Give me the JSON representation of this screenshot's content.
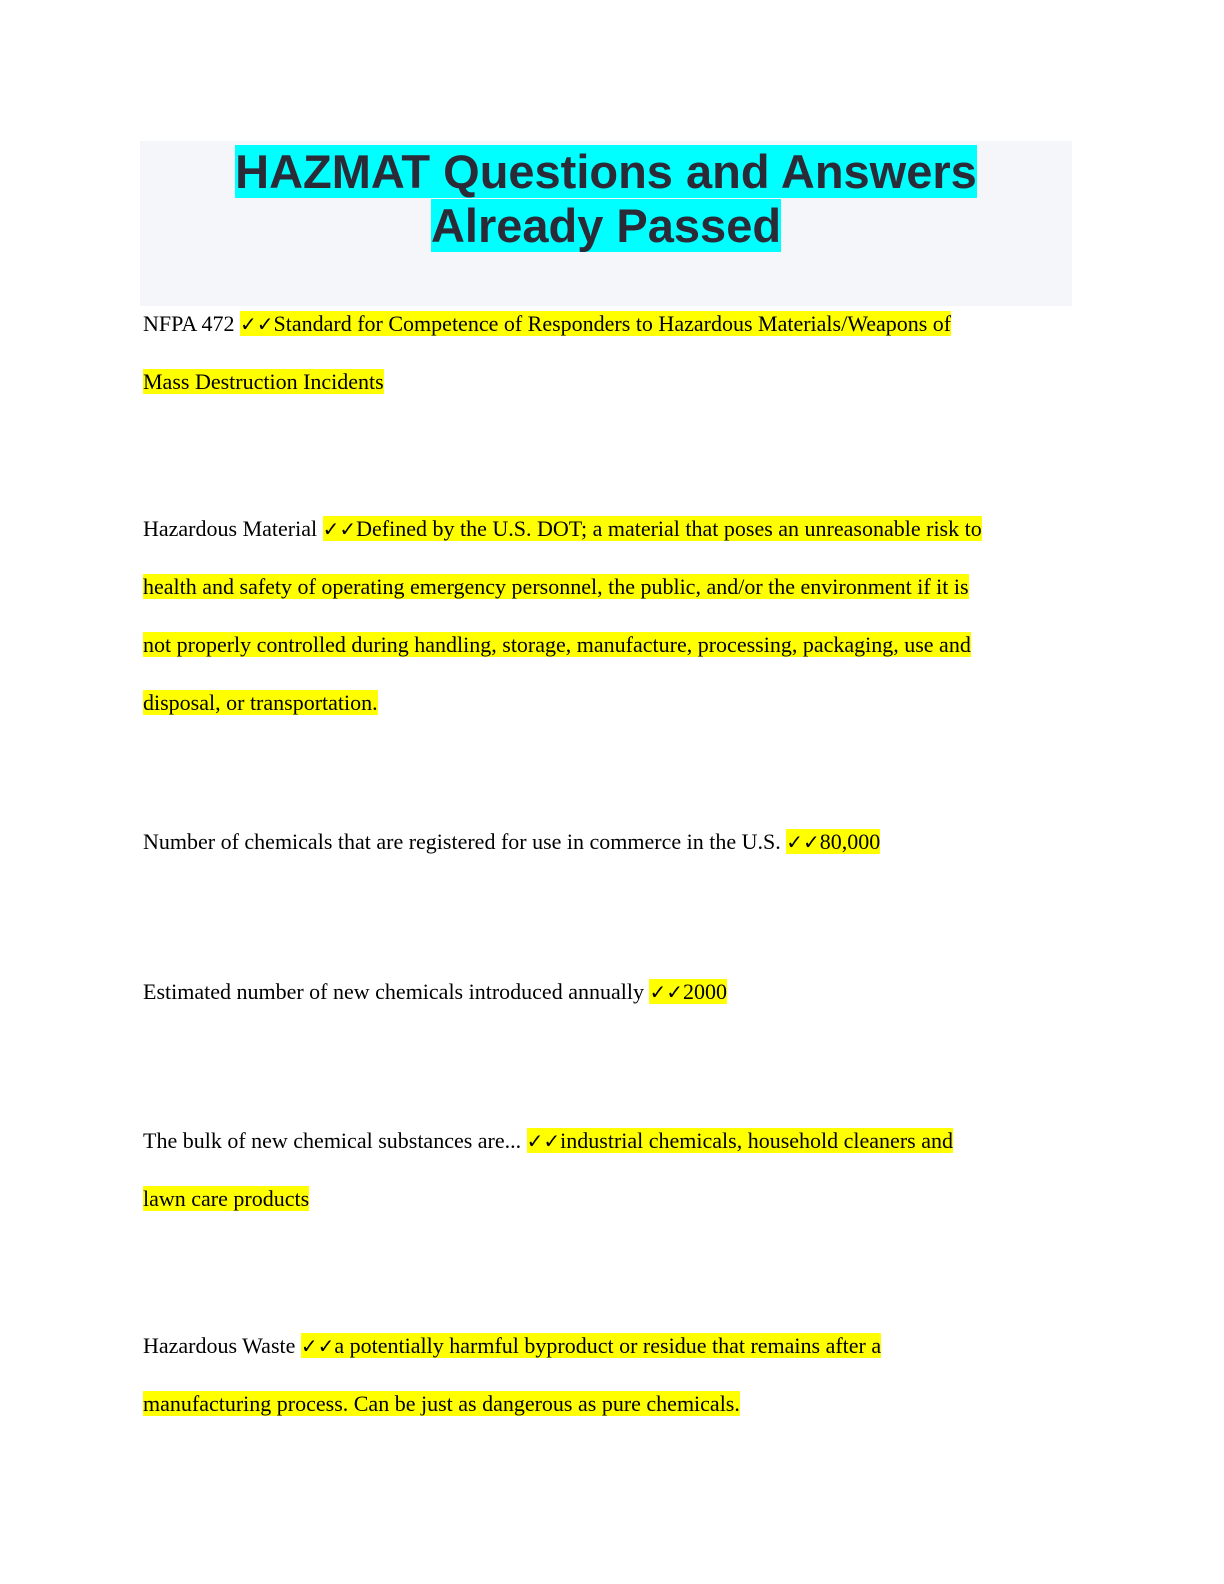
{
  "title": {
    "line1": "HAZMAT Questions and Answers",
    "line2": "Already Passed"
  },
  "check_mark": "✓✓",
  "items": [
    {
      "question": "NFPA 472",
      "answer_lines": [
        "Standard for Competence of Responders to Hazardous Materials/Weapons of",
        "Mass Destruction Incidents"
      ]
    },
    {
      "question": "Hazardous Material",
      "answer_lines": [
        "Defined by the U.S. DOT; a material that poses an unreasonable risk to",
        "health and safety of operating emergency personnel, the public, and/or the environment if it is",
        "not properly controlled during handling, storage, manufacture, processing, packaging, use and",
        "disposal, or transportation."
      ]
    },
    {
      "question": "Number of chemicals that are registered for use in commerce in the U.S.",
      "answer_lines": [
        "80,000"
      ]
    },
    {
      "question": "Estimated number of new chemicals introduced annually",
      "answer_lines": [
        "2000"
      ]
    },
    {
      "question": "The bulk of new chemical substances are...",
      "answer_lines": [
        "industrial chemicals, household cleaners and",
        "lawn care products"
      ]
    },
    {
      "question": "Hazardous Waste",
      "answer_lines": [
        "a potentially harmful byproduct or residue that remains after a",
        "manufacturing process. Can be just as dangerous as pure chemicals."
      ]
    }
  ]
}
